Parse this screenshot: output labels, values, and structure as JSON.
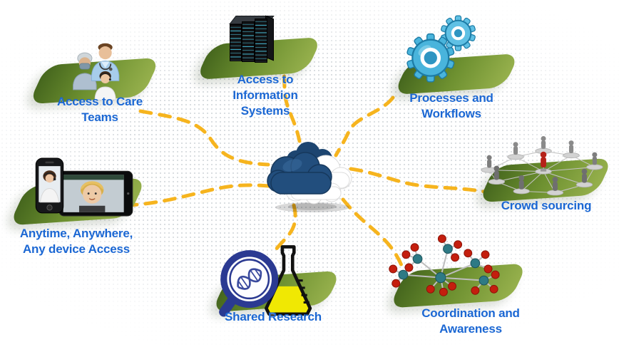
{
  "diagram": {
    "center": {
      "name": "cloud",
      "icon": "cloud-icon"
    },
    "nodes": [
      {
        "id": "access-care-teams",
        "label": "Access to Care Teams",
        "icon": "care-team-icon"
      },
      {
        "id": "access-information-systems",
        "label": "Access to Information Systems",
        "icon": "server-rack-icon"
      },
      {
        "id": "processes-workflows",
        "label": "Processes and Workflows",
        "icon": "gears-icon"
      },
      {
        "id": "crowd-sourcing",
        "label": "Crowd sourcing",
        "icon": "crowd-network-icon"
      },
      {
        "id": "coordination-awareness",
        "label": "Coordination and Awareness",
        "icon": "molecule-icon"
      },
      {
        "id": "shared-research",
        "label": "Shared Research",
        "icon": "research-magnifier-flask-icon"
      },
      {
        "id": "any-device-access",
        "label": "Anytime, Anywhere, Any device Access",
        "icon": "devices-icon"
      }
    ],
    "colors": {
      "label_blue": "#1b67d3",
      "connector_gold": "#F6B41E",
      "platform_green_dark": "#44651d",
      "platform_green_light": "#97b14d",
      "cloud_navy": "#1f4e79",
      "cloud_white": "#ffffff",
      "gear_blue": "#49b4dc",
      "molecule_teal": "#2e7a85",
      "molecule_red": "#c41e0e",
      "magnifier_navy": "#2b3a92",
      "flask_yellow": "#f0e803",
      "crowd_gray": "#7e7e7e",
      "crowd_highlight_red": "#b62219"
    }
  }
}
